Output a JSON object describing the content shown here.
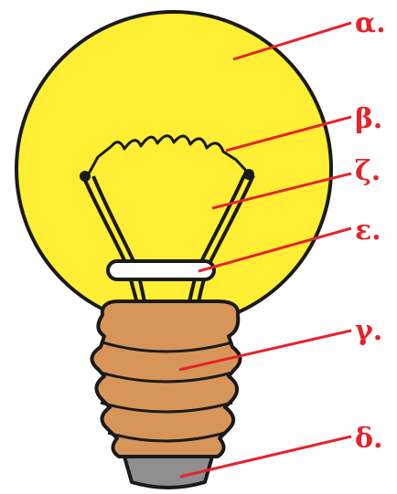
{
  "diagram": {
    "colors": {
      "glass": "#ffee33",
      "base": "#d8955a",
      "tip": "#8f8f8f",
      "outline": "#1a1a1a",
      "label": "#e4232b",
      "background": "#ffffff"
    },
    "labels": {
      "alpha": "α.",
      "beta": "β.",
      "zeta": "ζ.",
      "epsilon": "ε.",
      "gamma": "γ.",
      "delta": "δ."
    }
  }
}
